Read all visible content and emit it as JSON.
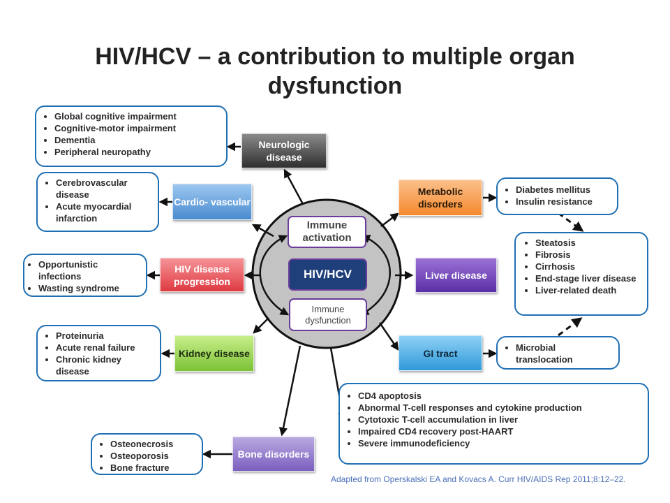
{
  "title": "HIV/HCV – a contribution to multiple organ dysfunction",
  "center": {
    "top": "Immune activation",
    "middle": "HIV/HCV",
    "bottom": "Immune dysfunction"
  },
  "categories": {
    "neurologic": "Neurologic disease",
    "cardio": "Cardio- vascular",
    "hiv_progression": "HIV disease progression",
    "kidney": "Kidney disease",
    "bone": "Bone disorders",
    "metabolic": "Metabolic disorders",
    "liver": "Liver disease",
    "gi": "GI tract"
  },
  "details": {
    "neurologic": [
      "Global cognitive impairment",
      "Cognitive-motor impairment",
      "Dementia",
      "Peripheral neuropathy"
    ],
    "cardio": [
      "Cerebrovascular disease",
      "Acute myocardial infarction"
    ],
    "hiv_progression": [
      "Opportunistic infections",
      "Wasting syndrome"
    ],
    "kidney": [
      "Proteinuria",
      "Acute renal failure",
      "Chronic kidney disease"
    ],
    "bone": [
      "Osteonecrosis",
      "Osteoporosis",
      "Bone fracture"
    ],
    "metabolic": [
      "Diabetes mellitus",
      "Insulin resistance"
    ],
    "liver": [
      "Steatosis",
      "Fibrosis",
      "Cirrhosis",
      "End-stage liver disease",
      "Liver-related death"
    ],
    "gi": [
      "Microbial translocation"
    ],
    "immune": [
      "CD4 apoptosis",
      "Abnormal T-cell responses and cytokine production",
      "Cytotoxic T-cell accumulation in liver",
      "Impaired CD4 recovery post-HAART",
      "Severe immunodeficiency"
    ]
  },
  "citation": "Adapted from Operskalski EA and Kovacs A. Curr HIV/AIDS Rep 2011;8:12–22.",
  "colors": {
    "neurologic": "#555555",
    "cardio": "#5b9bd5",
    "hiv_progression": "#e8474e",
    "kidney": "#8bcf3f",
    "bone": "#8e73c6",
    "metabolic": "#f79646",
    "liver": "#6a3fb0",
    "gi": "#3aa3e0",
    "border": "#1f6fb4",
    "core_border": "#6a3d9a"
  }
}
